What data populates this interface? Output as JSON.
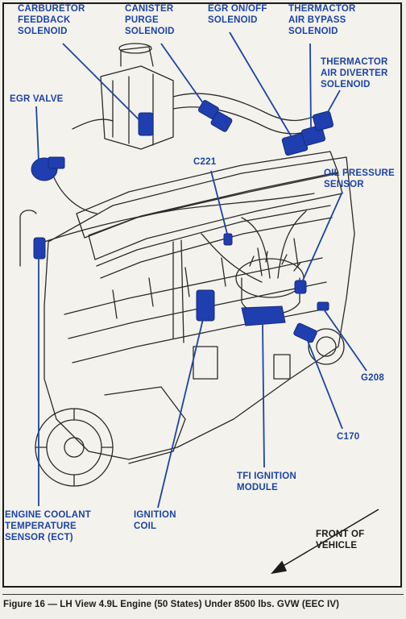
{
  "labels": {
    "carburetor_feedback_solenoid": "CARBURETOR\nFEEDBACK\nSOLENOID",
    "canister_purge_solenoid": "CANISTER\nPURGE\nSOLENOID",
    "egr_on_off_solenoid": "EGR ON/OFF\nSOLENOID",
    "thermactor_air_bypass_solenoid": "THERMACTOR\nAIR BYPASS\nSOLENOID",
    "thermactor_air_diverter_solenoid": "THERMACTOR\nAIR DIVERTER\nSOLENOID",
    "egr_valve": "EGR VALVE",
    "c221": "C221",
    "oil_pressure_sensor": "OIL PRESSURE\nSENSOR",
    "g208": "G208",
    "c170": "C170",
    "tfi_ignition_module": "TFI IGNITION\nMODULE",
    "engine_coolant_temperature_sensor": "ENGINE COOLANT\nTEMPERATURE\nSENSOR (ECT)",
    "ignition_coil": "IGNITION\nCOIL",
    "front_of_vehicle": "FRONT OF\nVEHICLE"
  },
  "caption": "Figure 16 — LH View 4.9L Engine (50 States) Under 8500 lbs. GVW (EEC IV)",
  "colors": {
    "label_blue": "#1b44a6",
    "component_blue": "#1f3fb0",
    "line_art": "#2a2a2a"
  }
}
